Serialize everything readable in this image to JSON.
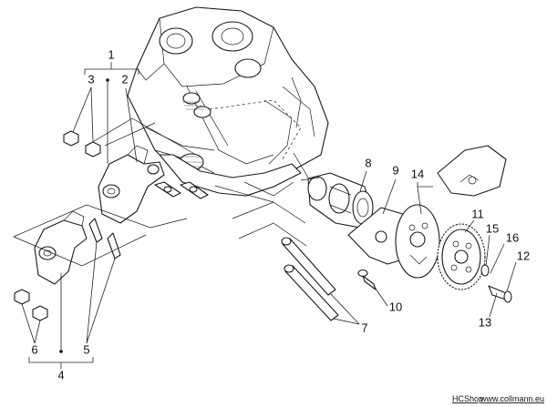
{
  "labels": {
    "l1": "1",
    "l2": "2",
    "l3": "3",
    "l4": "4",
    "l5": "5",
    "l6": "6",
    "l7": "7",
    "l8": "8",
    "l9": "9",
    "l10": "10",
    "l11": "11",
    "l12": "12",
    "l13": "13",
    "l14": "14",
    "l15": "15",
    "l16": "16"
  },
  "footer": {
    "shop": "HCShop",
    "site": "www.collmann.eu"
  }
}
